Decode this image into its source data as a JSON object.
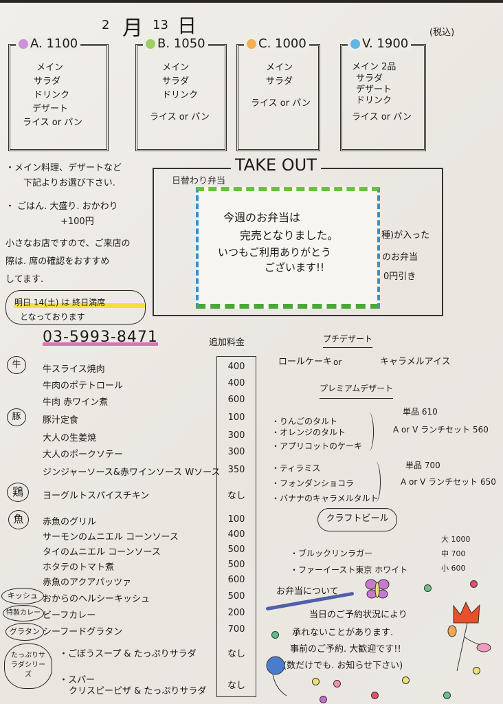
{
  "header": {
    "month": "2",
    "month_kanji": "月",
    "day": "13",
    "day_kanji": "日",
    "tax_note": "(税込)"
  },
  "sets": [
    {
      "label": "A. 1100",
      "color": "#c678d8",
      "items": [
        "メイン",
        "サラダ",
        "ドリンク",
        "デザート",
        "ライス or パン"
      ]
    },
    {
      "label": "B. 1050",
      "color": "#8cc63f",
      "items": [
        "メイン",
        "サラダ",
        "ドリンク",
        "ライス or パン"
      ]
    },
    {
      "label": "C. 1000",
      "color": "#f5a030",
      "items": [
        "メイン",
        "サラダ",
        "ライス or パン"
      ]
    },
    {
      "label": "V. 1900",
      "color": "#3fa9e0",
      "items": [
        "メイン 2品",
        "サラダ",
        "デザート",
        "ドリンク",
        "ライス or パン"
      ]
    }
  ],
  "notes": {
    "n1a": "・メイン料理、デザートなど",
    "n1b": "下記よりお選び下さい.",
    "n2a": "・ ごはん. 大盛り. おかわり",
    "n2b": "+100円",
    "n3a": "小さなお店ですので、ご来店の",
    "n3b": "際は. 席の確認をおすすめ",
    "n3c": "してます.",
    "closed_a": "明日 14(土) は 終日満席",
    "closed_b": "となっております"
  },
  "takeout": {
    "title": "TAKE OUT",
    "hidden_left": "日替わり弁当",
    "hidden_right": "種)が入った",
    "hidden_r2": "のお弁当",
    "hidden_r3": "0円引き",
    "notice": [
      "今週のお弁当は",
      "完売となりました。",
      "いつもご利用ありがとう",
      "ございます!!"
    ]
  },
  "phone": "03-5993-8471",
  "surcharge_header": "追加料金",
  "categories": [
    "牛",
    "豚",
    "鶏",
    "魚",
    "キッシュ",
    "特製カレー",
    "グラタン",
    "たっぷりサラダシリーズ"
  ],
  "menu": [
    {
      "name": "牛スライス焼肉",
      "price": "400"
    },
    {
      "name": "牛肉のポテトロール",
      "price": "400"
    },
    {
      "name": "牛肉 赤ワイン煮",
      "price": "600"
    },
    {
      "name": "豚汁定食",
      "price": "100"
    },
    {
      "name": "大人の生姜焼",
      "price": "300"
    },
    {
      "name": "大人のポークソテー",
      "price": "300"
    },
    {
      "name": "ジンジャーソース&赤ワインソース Wソース",
      "price": "350"
    },
    {
      "name": "ヨーグルトスパイスチキン",
      "price": "なし"
    },
    {
      "name": "赤魚のグリル",
      "price": "100"
    },
    {
      "name": "サーモンのムニエル コーンソース",
      "price": "400"
    },
    {
      "name": "タイのムニエル コーンソース",
      "price": "500"
    },
    {
      "name": "ホタテのトマト煮",
      "price": "500"
    },
    {
      "name": "赤魚のアクアパッツァ",
      "price": "600"
    },
    {
      "name": "おからのヘルシーキッシュ",
      "price": "500"
    },
    {
      "name": "ビーフカレー",
      "price": "200"
    },
    {
      "name": "シーフードグラタン",
      "price": "700"
    },
    {
      "name": "・ごぼうスープ & たっぷりサラダ",
      "price": "なし"
    },
    {
      "name": "・スパー",
      "name2": "クリスピーピザ & たっぷりサラダ",
      "price": "なし"
    }
  ],
  "dessert": {
    "petit_title": "プチデザート",
    "petit_a": "ロールケーキ",
    "petit_or": "or",
    "petit_b": "キャラメルアイス",
    "premium_title": "プレミアムデザート",
    "group1": [
      "・りんごのタルト",
      "・オレンジのタルト",
      "・アプリコットのケーキ"
    ],
    "group1_single": "単品 610",
    "group1_set": "A or V ランチセット 560",
    "group2": [
      "・ティラミス",
      "・フォンダンショコラ",
      "・バナナのキャラメルタルト"
    ],
    "group2_single": "単品 700",
    "group2_set": "A or V ランチセット 650"
  },
  "beer": {
    "title": "クラフトビール",
    "items": [
      "・ブルックリンラガー",
      "・ファーイースト東京 ホワイト"
    ],
    "sizes": [
      "大 1000",
      "中 700",
      "小 600"
    ]
  },
  "bento": {
    "title": "お弁当について",
    "lines": [
      "当日のご予約状況により",
      "承れないことがあります.",
      "事前のご予約. 大歓迎です!!",
      "(数だけでも. お知らせ下さい)"
    ]
  }
}
